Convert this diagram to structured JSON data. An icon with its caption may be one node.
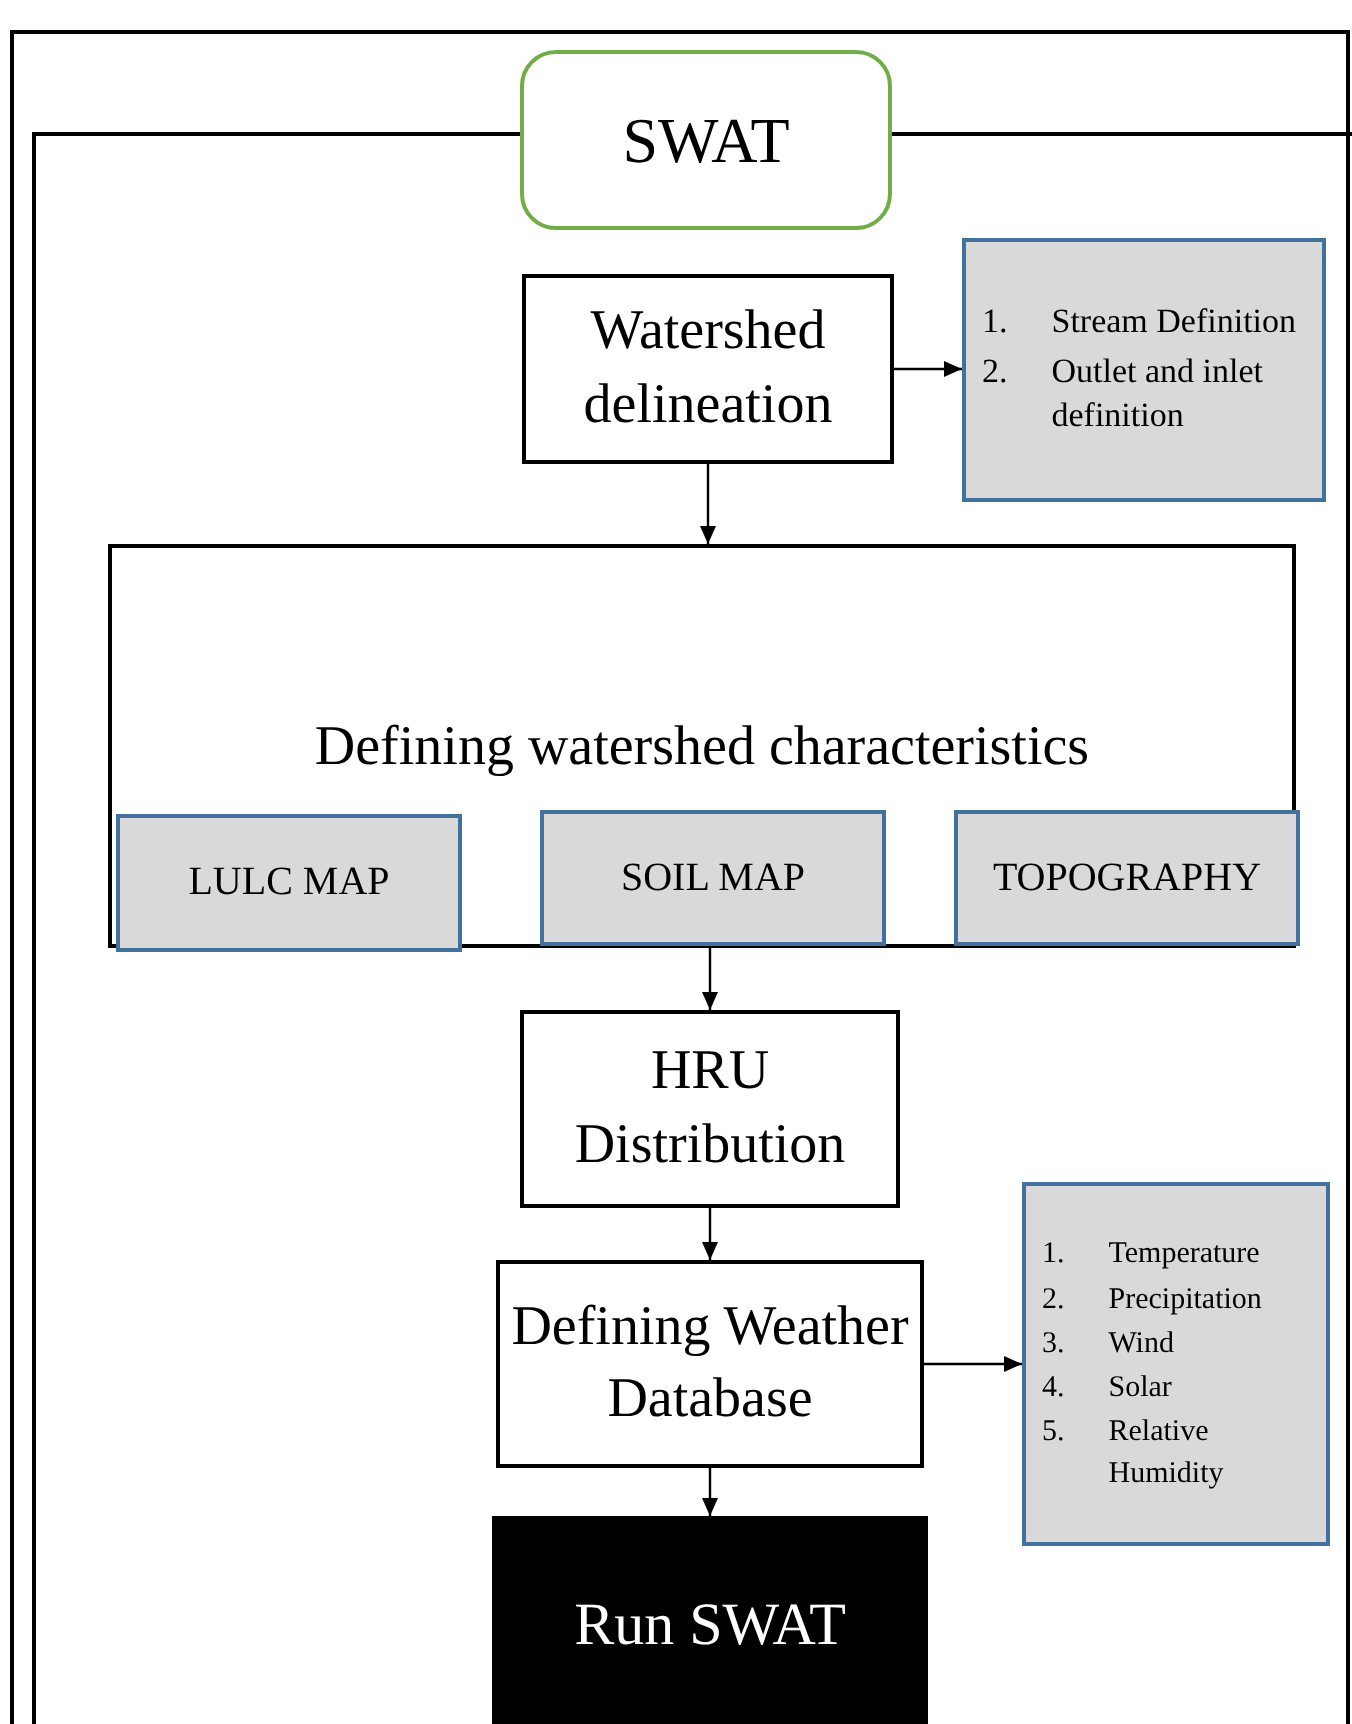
{
  "diagram": {
    "nodes": [
      {
        "text": [
          "SWAT"
        ]
      },
      {
        "text": [
          "Watershed delineation"
        ]
      },
      {
        "text": [
          "1.",
          "Stream Definition",
          "2.",
          "Outlet and inlet definition"
        ]
      },
      {
        "text": [
          "Defining watershed characteristics"
        ]
      },
      {
        "text": [
          "LULC MAP"
        ],
        "in": 3
      },
      {
        "text": [
          "SOIL MAP"
        ],
        "in": 3
      },
      {
        "text": [
          "TOPOGRAPHY"
        ],
        "in": 3
      },
      {
        "text": [
          "HRU Distribution"
        ]
      },
      {
        "text": [
          "Defining Weather Database"
        ]
      },
      {
        "text": [
          "1.",
          "Temperature",
          "2.",
          "Precipitation",
          "3.",
          "Wind",
          "4.",
          "Solar",
          "5.",
          "Relative Humidity"
        ]
      },
      {
        "text": [
          "Run SWAT"
        ]
      }
    ],
    "edges": [
      {
        "from": 1,
        "to": 2,
        "arrow": "to"
      },
      {
        "from": 1,
        "to": 3,
        "arrow": "to"
      },
      {
        "from": 3,
        "to": 7,
        "arrow": "to"
      },
      {
        "from": 7,
        "to": 8,
        "arrow": "to"
      },
      {
        "from": 8,
        "to": 9,
        "arrow": "to"
      },
      {
        "from": 8,
        "to": 10,
        "arrow": "to"
      }
    ]
  }
}
